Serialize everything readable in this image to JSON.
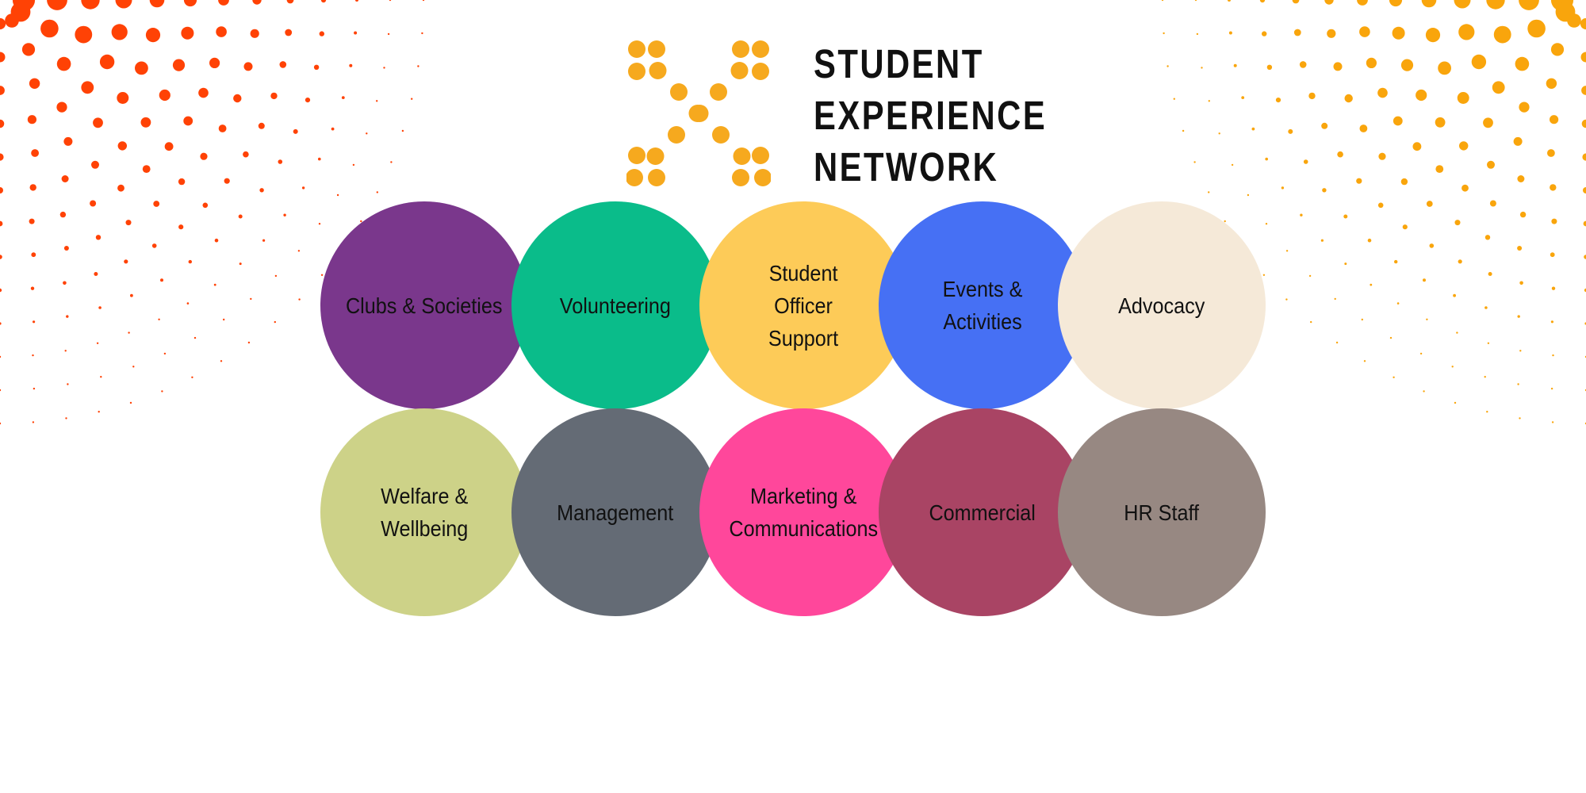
{
  "brand": {
    "lines": [
      "STUDENT",
      "EXPERIENCE",
      "NETWORK"
    ],
    "logo_icon": "x-dots-logo-icon",
    "logo_color": "#F6A91E"
  },
  "decor": {
    "left_dot_color": "#FF4205",
    "right_dot_color": "#F9A50C"
  },
  "network": {
    "rows": [
      [
        {
          "lines": [
            "Clubs & Societies"
          ],
          "color": "#7A378C"
        },
        {
          "lines": [
            "Volunteering"
          ],
          "color": "#0ABC8A"
        },
        {
          "lines": [
            "Student",
            "Officer",
            "Support"
          ],
          "color": "#FDCB58"
        },
        {
          "lines": [
            "Events &",
            "Activities"
          ],
          "color": "#4670F4"
        },
        {
          "lines": [
            "Advocacy"
          ],
          "color": "#F5E9D8"
        }
      ],
      [
        {
          "lines": [
            "Welfare &",
            "Wellbeing"
          ],
          "color": "#CDD288"
        },
        {
          "lines": [
            "Management"
          ],
          "color": "#646B75"
        },
        {
          "lines": [
            "Marketing &",
            "Communications"
          ],
          "color": "#FF479B"
        },
        {
          "lines": [
            "Commercial"
          ],
          "color": "#A94464"
        },
        {
          "lines": [
            "HR Staff"
          ],
          "color": "#978882"
        }
      ]
    ]
  }
}
